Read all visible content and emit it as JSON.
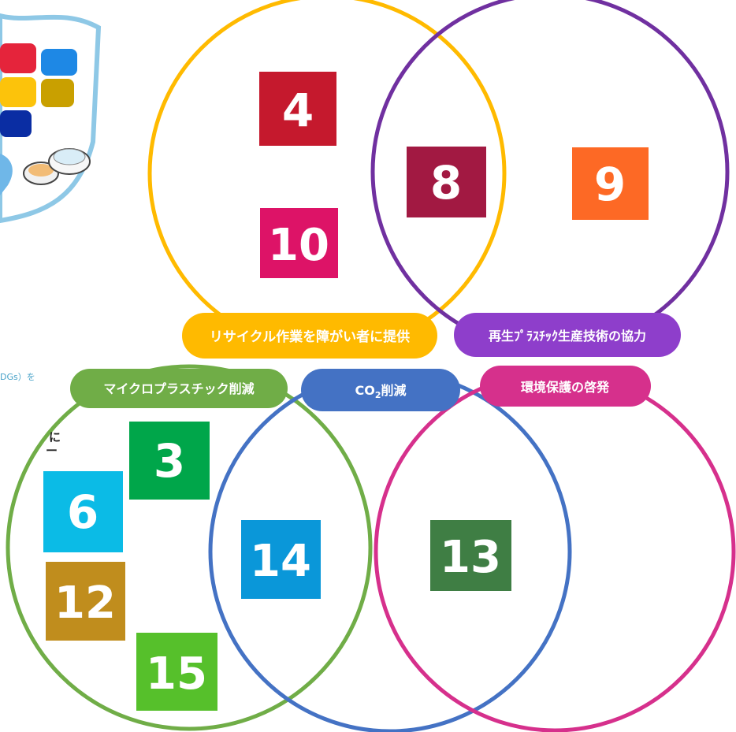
{
  "venn_top": {
    "labels": {
      "left": "リサイクル作業を障がい者に提供",
      "right": "再生ﾌﾟﾗｽﾁｯｸ生産技術の協力"
    },
    "colors": {
      "left": "#ffba00",
      "right": "#7030a0"
    }
  },
  "venn_bottom": {
    "labels": {
      "left": "マイクロプラスチック削減",
      "middle_prefix": "CO",
      "middle_sub": "2",
      "middle_suffix": "削減",
      "right": "環境保護の啓発"
    },
    "colors": {
      "left": "#70ad47",
      "middle": "#4472c4",
      "right": "#d6308c"
    }
  },
  "goals": [
    {
      "number": "4",
      "color": "#c5192d"
    },
    {
      "number": "10",
      "color": "#dd1367"
    },
    {
      "number": "8",
      "color": "#a21942"
    },
    {
      "number": "9",
      "color": "#fd6925"
    },
    {
      "number": "3",
      "color": "#00a64a"
    },
    {
      "number": "6",
      "color": "#0bbbe6"
    },
    {
      "number": "12",
      "color": "#c08d1d"
    },
    {
      "number": "15",
      "color": "#56c02b"
    },
    {
      "number": "14",
      "color": "#0a97d9"
    },
    {
      "number": "13",
      "color": "#3f7e44"
    }
  ],
  "side_text": {
    "line1": "DGs）を",
    "line2": "に",
    "line3": "ー"
  },
  "flag_tile_colors": [
    "#e5243b",
    "#1e88e5",
    "#fcc30b",
    "#c9a000",
    "#0a2da3"
  ]
}
